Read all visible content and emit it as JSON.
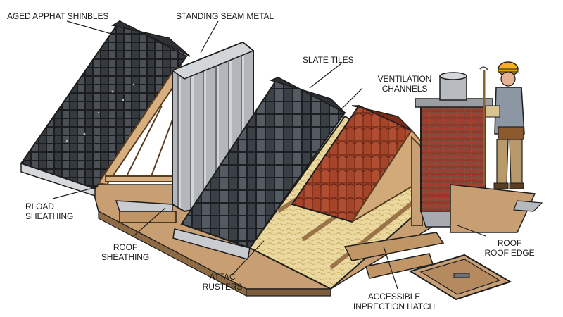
{
  "diagram": {
    "labels": {
      "aged_asphalt_shingles": "AGED APPHAT SHINBLES",
      "standing_seam_metal": "STANDING SEAM METAL",
      "slate_tiles": "SLATE TILES",
      "ventilation_line1": "VENTILATION",
      "ventilation_line2": "CHANNELS",
      "rload_line1": "RLOAD",
      "rload_line2": "SHEATHING",
      "roof_sheathing_line1": "ROOF",
      "roof_sheathing_line2": "SHEATHING",
      "attic_line1": "ATTAC",
      "attic_line2": "RUSTERS",
      "roof_edge_line1": "ROOF",
      "roof_edge_line2": "ROOF EDGE",
      "hatch_line1": "ACCESSIBLE",
      "hatch_line2": "INPRECTION HATCH"
    },
    "colors": {
      "asphalt": "#3f4449",
      "metal": "#a9adb1",
      "slate": "#4b5157",
      "terracotta": "#a8462c",
      "insulation": "#e7d39a",
      "timber": "#caa277",
      "brick": "#9b3d2e",
      "outline": "#1e1e1e"
    }
  }
}
